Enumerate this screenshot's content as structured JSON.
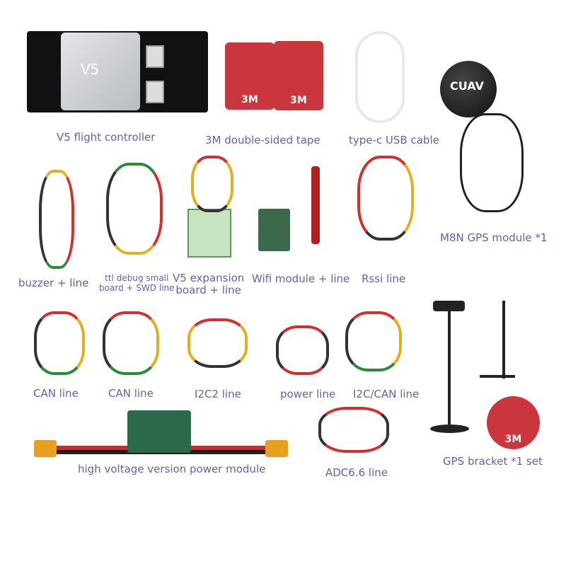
{
  "items": [
    {
      "label": "V5 flight controller",
      "print": "V5"
    },
    {
      "label": "3M double-sided tape",
      "print": "3M"
    },
    {
      "label": "type-c USB cable"
    },
    {
      "label": "M8N GPS module *1",
      "print": "CUAV"
    },
    {
      "label": "buzzer + line"
    },
    {
      "label_line1": "ttl debug small",
      "label_line2": "board + SWD line"
    },
    {
      "label_line1": "V5 expansion",
      "label_line2": "board + line"
    },
    {
      "label": "Wifi module + line"
    },
    {
      "label": "Rssi line"
    },
    {
      "label": "CAN line"
    },
    {
      "label": "CAN line"
    },
    {
      "label": "I2C2 line"
    },
    {
      "label": "power line"
    },
    {
      "label": "I2C/CAN line"
    },
    {
      "label": "high voltage version power module"
    },
    {
      "label": "ADC6.6 line"
    },
    {
      "label": "GPS bracket *1 set",
      "print": "3M"
    }
  ],
  "colors": {
    "label": "#6b5ca8",
    "tape": "#c9363d"
  }
}
